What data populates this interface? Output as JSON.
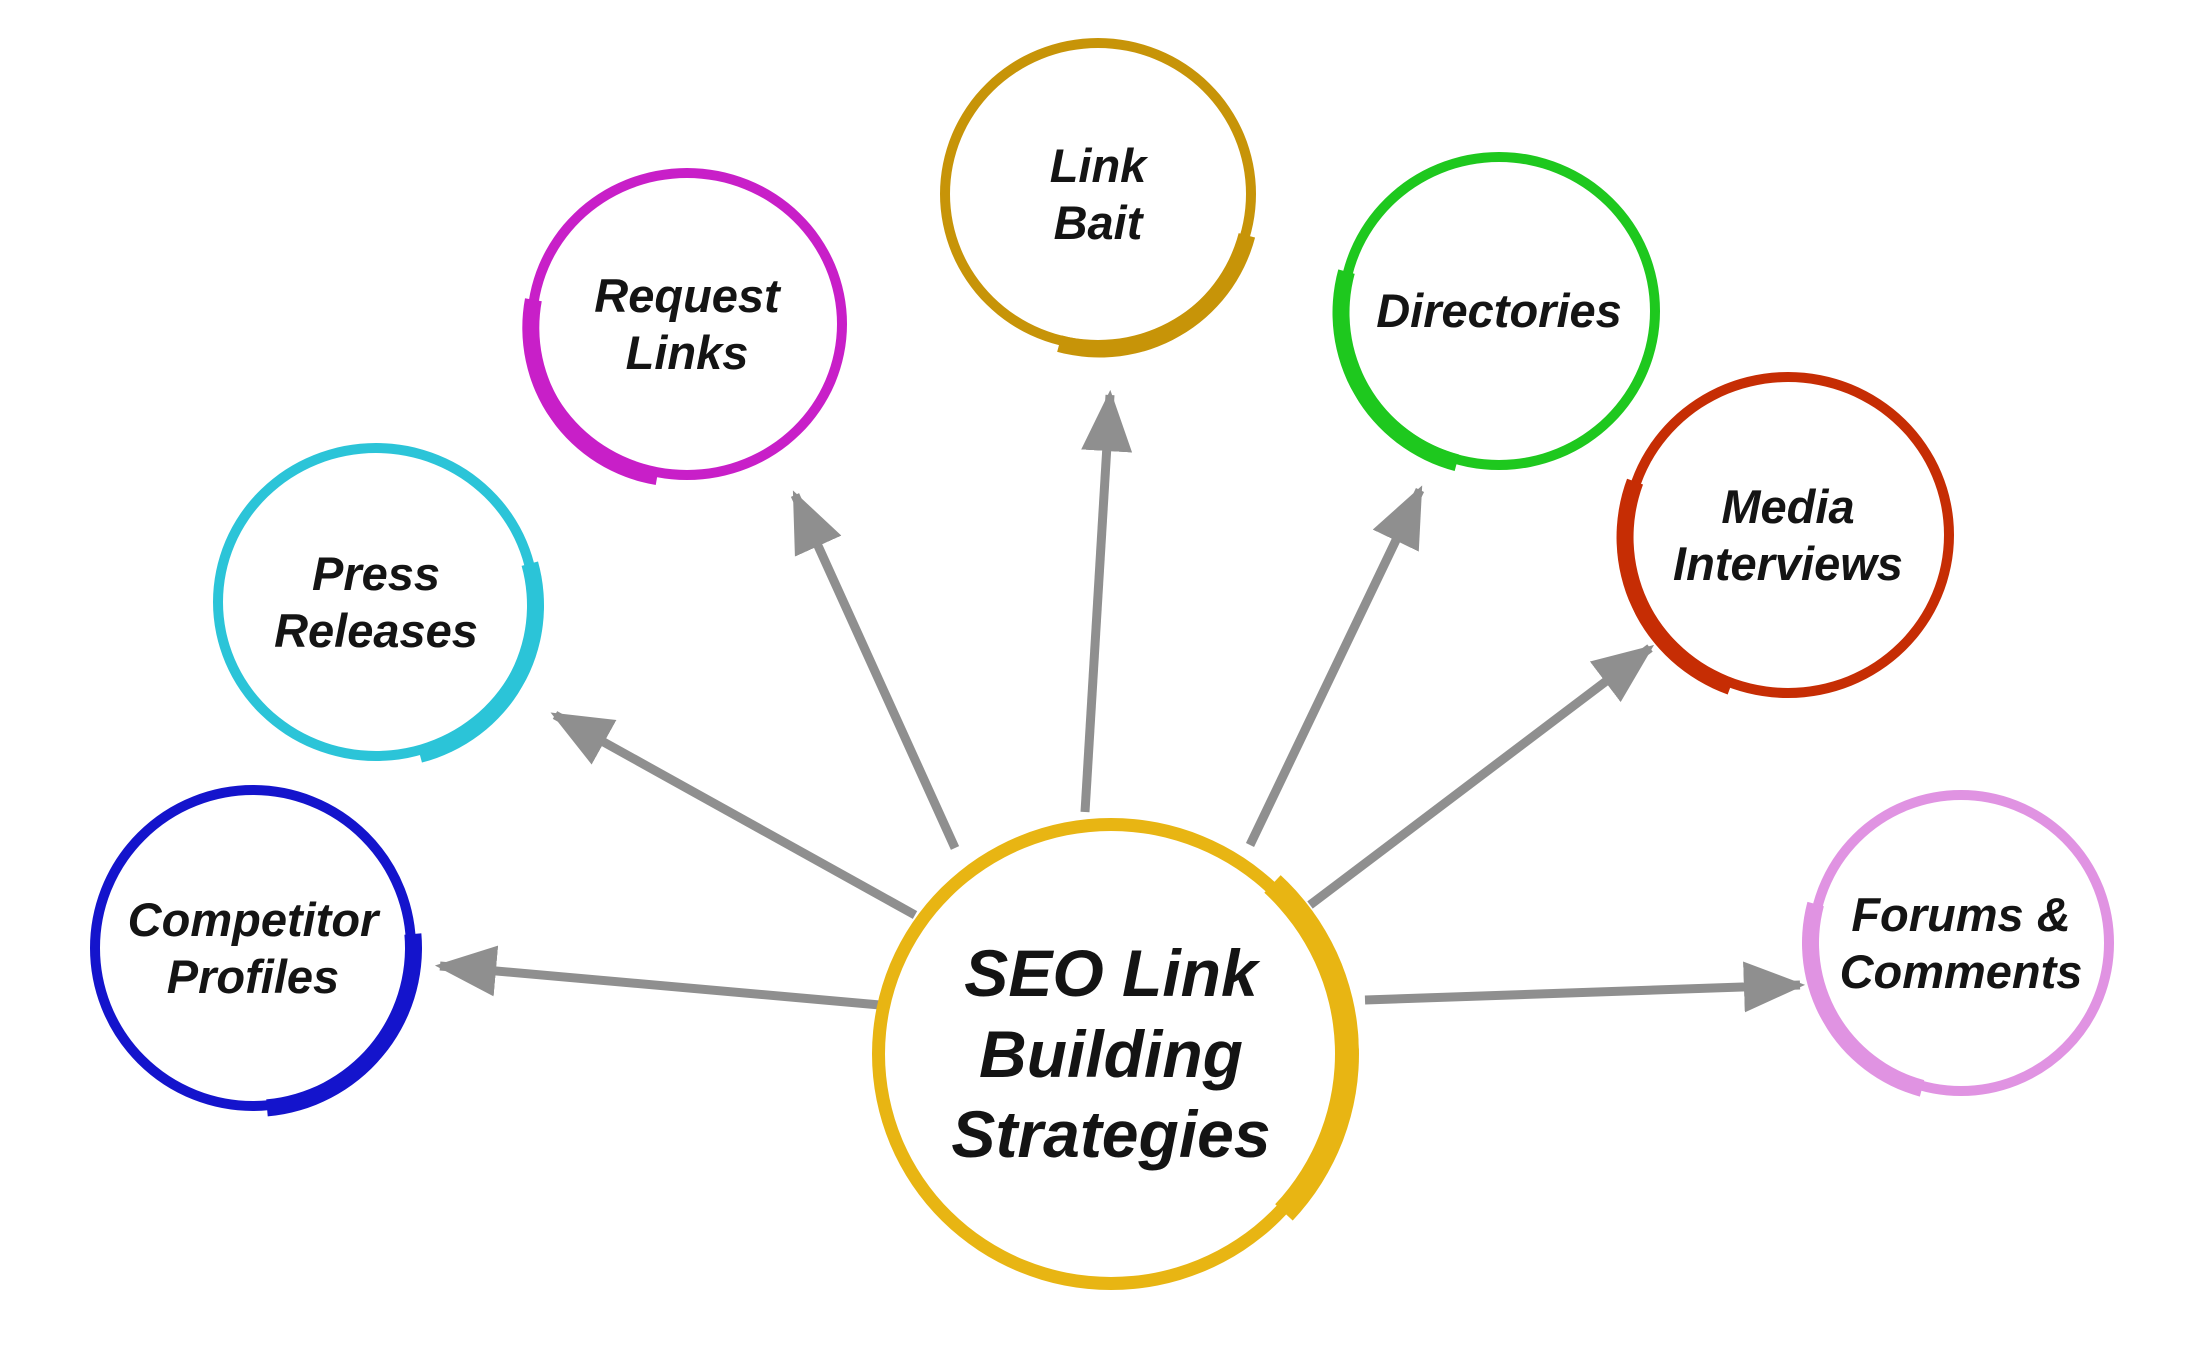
{
  "diagram": {
    "type": "radial-mindmap",
    "title": "SEO Link Building Strategies",
    "arrow_color": "#8f8f8f",
    "text_color": "#141414",
    "center": {
      "label": "SEO Link Building Strategies",
      "lines": [
        "SEO Link",
        "Building",
        "Strategies"
      ],
      "color": "#e8b513"
    },
    "nodes": [
      {
        "id": "competitor-profiles",
        "label": "Competitor Profiles",
        "lines": [
          "Competitor",
          "Profiles"
        ],
        "color": "#1414cc"
      },
      {
        "id": "press-releases",
        "label": "Press Releases",
        "lines": [
          "Press",
          "Releases"
        ],
        "color": "#2bc4d8"
      },
      {
        "id": "request-links",
        "label": "Request Links",
        "lines": [
          "Request",
          "Links"
        ],
        "color": "#c father"
      },
      {
        "id": "link-bait",
        "label": "Link Bait",
        "lines": [
          "Link",
          "Bait"
        ],
        "color": "#c79408"
      },
      {
        "id": "directories",
        "label": "Directories",
        "lines": [
          "Directories"
        ],
        "color": "#1ec81e"
      },
      {
        "id": "media-interviews",
        "label": "Media Interviews",
        "lines": [
          "Media",
          "Interviews"
        ],
        "color": "#c62d04"
      },
      {
        "id": "forums-comments",
        "label": "Forums & Comments",
        "lines": [
          "Forums &",
          "Comments"
        ],
        "color": "#e093e2"
      }
    ],
    "edges": [
      {
        "from": "center",
        "to": "competitor-profiles"
      },
      {
        "from": "center",
        "to": "press-releases"
      },
      {
        "from": "center",
        "to": "request-links"
      },
      {
        "from": "center",
        "to": "link-bait"
      },
      {
        "from": "center",
        "to": "directories"
      },
      {
        "from": "center",
        "to": "media-interviews"
      },
      {
        "from": "center",
        "to": "forums-comments"
      }
    ]
  }
}
